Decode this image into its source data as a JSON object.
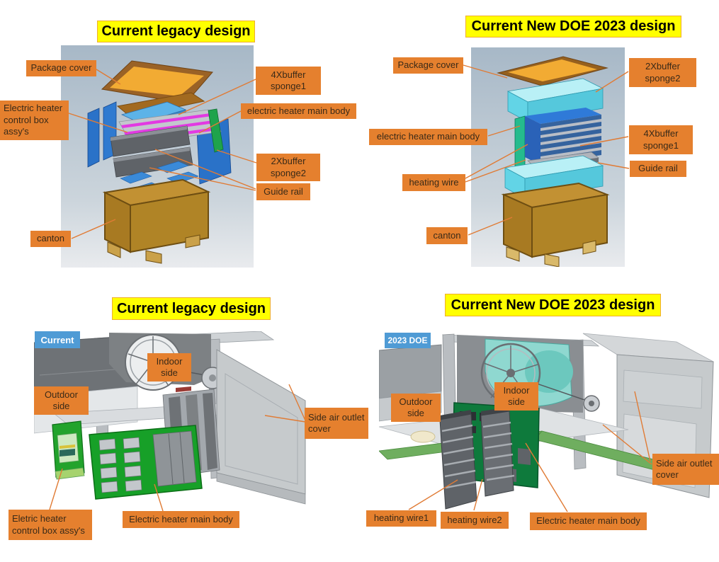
{
  "colors": {
    "label_bg": "#e5802e",
    "label_text": "#3a2a18",
    "title_bg": "#ffff00",
    "title_text": "#000000",
    "badge_bg": "#4f9bd5",
    "badge_text": "#ffffff",
    "leader_line": "#e07b35"
  },
  "top_left": {
    "title": "Current legacy design",
    "labels": {
      "package_cover": "Package cover",
      "buffer_sponge1": "4Xbuffer sponge1",
      "control_box": "Electric heater control box assy's",
      "heater_main_body": "electric heater main body",
      "buffer_sponge2": "2Xbuffer sponge2",
      "guide_rail": "Guide rail",
      "canton": "canton"
    }
  },
  "top_right": {
    "title": "Current New DOE 2023 design",
    "labels": {
      "package_cover": "Package cover",
      "buffer_sponge2": "2Xbuffer sponge2",
      "heater_main_body": "electric heater main body",
      "buffer_sponge1": "4Xbuffer sponge1",
      "guide_rail": "Guide rail",
      "heating_wire": "heating wire",
      "canton": "canton"
    }
  },
  "bottom_left": {
    "title": "Current legacy design",
    "badge": "Current",
    "labels": {
      "indoor_side": "Indoor side",
      "outdoor_side": "Outdoor side",
      "side_air_outlet_cover": "Side air outlet cover",
      "control_box": "Eletric heater control box assy's",
      "heater_main_body": "Electric heater main body"
    }
  },
  "bottom_right": {
    "title": "Current New DOE 2023 design",
    "badge": "2023 DOE",
    "labels": {
      "outdoor_side": "Outdoor side",
      "indoor_side": "Indoor side",
      "side_air_outlet_cover": "Side air outlet cover",
      "heating_wire1": "heating wire1",
      "heating_wire2": "heating wire2",
      "heater_main_body": "Electric heater main body"
    }
  }
}
